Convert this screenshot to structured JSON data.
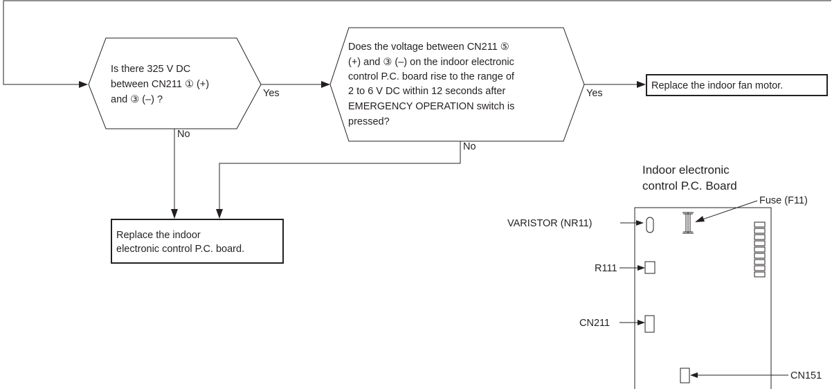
{
  "decision1": {
    "lines": [
      "Is there 325 V DC",
      "between CN211 ① (+)",
      "and ③ (–) ?"
    ],
    "yes_label": "Yes",
    "no_label": "No"
  },
  "decision2": {
    "lines": [
      "Does the voltage between CN211 ⑤",
      "(+) and ③ (–) on the indoor electronic",
      "control P.C. board rise to the range of",
      "2 to 6 V DC within 12 seconds after",
      "EMERGENCY OPERATION switch is",
      "pressed?"
    ],
    "yes_label": "Yes",
    "no_label": "No"
  },
  "action_fan": {
    "text": "Replace the indoor fan motor."
  },
  "action_board": {
    "lines": [
      "Replace the indoor",
      "electronic control P.C. board."
    ]
  },
  "board": {
    "title_lines": [
      "Indoor electronic",
      "control P.C. Board"
    ],
    "labels": {
      "fuse": "Fuse (F11)",
      "varistor": "VARISTOR (NR11)",
      "r111": "R111",
      "cn211": "CN211",
      "cn151": "CN151"
    }
  }
}
